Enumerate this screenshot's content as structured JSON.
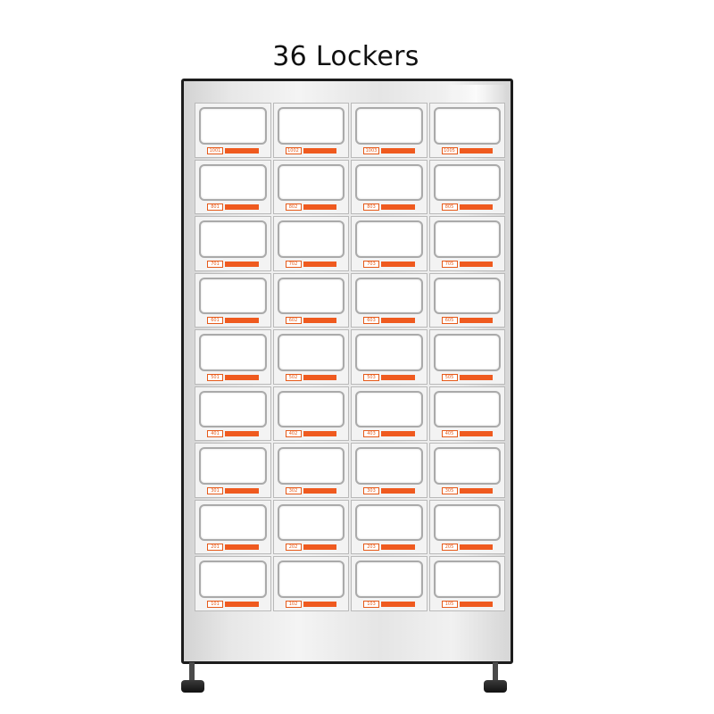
{
  "title": "36 Lockers",
  "colors": {
    "accent": "#ef5a1f",
    "frame": "#1c1c1c"
  },
  "lockers": [
    [
      "1001",
      "1002",
      "1003",
      "1005"
    ],
    [
      "801",
      "802",
      "803",
      "805"
    ],
    [
      "701",
      "702",
      "703",
      "705"
    ],
    [
      "601",
      "602",
      "603",
      "605"
    ],
    [
      "501",
      "502",
      "503",
      "505"
    ],
    [
      "401",
      "402",
      "403",
      "405"
    ],
    [
      "301",
      "302",
      "303",
      "305"
    ],
    [
      "201",
      "202",
      "203",
      "205"
    ],
    [
      "101",
      "102",
      "103",
      "105"
    ]
  ]
}
